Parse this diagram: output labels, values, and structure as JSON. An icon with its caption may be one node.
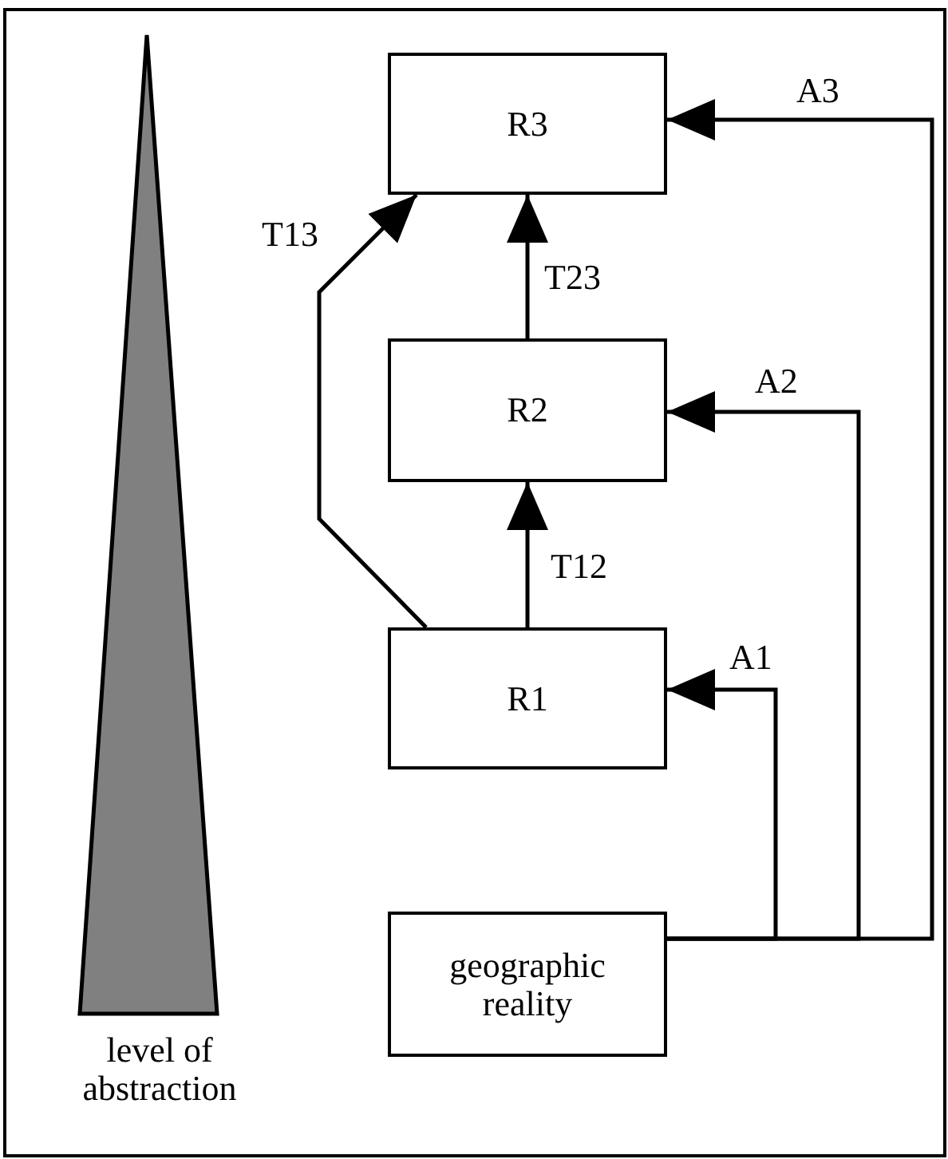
{
  "diagram": {
    "nodes": [
      {
        "text": [
          "R3"
        ]
      },
      {
        "text": [
          "R2"
        ]
      },
      {
        "text": [
          "R1"
        ]
      },
      {
        "text": [
          "geographic reality"
        ]
      }
    ],
    "edges": [
      {
        "from": 2,
        "to": 1,
        "arrow": "to",
        "label": "T12"
      },
      {
        "from": 1,
        "to": 0,
        "arrow": "to",
        "label": "T23"
      },
      {
        "from": 2,
        "to": 0,
        "arrow": "to",
        "label": "T13"
      },
      {
        "from": 3,
        "to": 2,
        "arrow": "to",
        "label": "A1"
      },
      {
        "from": 3,
        "to": 1,
        "arrow": "to",
        "label": "A2"
      },
      {
        "from": 3,
        "to": 0,
        "arrow": "to",
        "label": "A3"
      }
    ],
    "labels": [
      "level of abstraction"
    ]
  }
}
